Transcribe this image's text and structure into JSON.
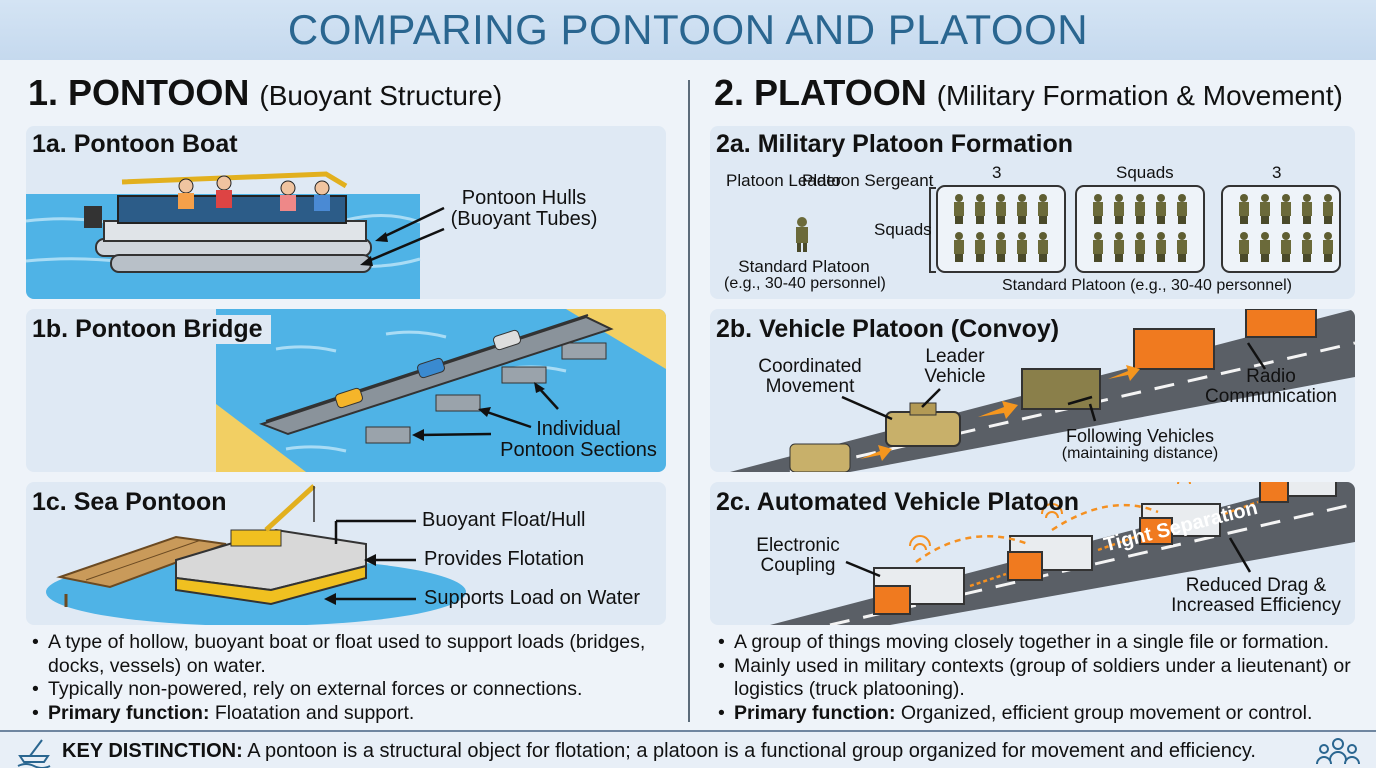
{
  "title": "COMPARING PONTOON AND PLATOON",
  "left": {
    "heading": "1. PONTOON",
    "subheading": "(Buoyant Structure)",
    "boat": {
      "title": "1a. Pontoon Boat",
      "label1": "Pontoon Hulls",
      "label2": "(Buoyant Tubes)"
    },
    "bridge": {
      "title": "1b. Pontoon Bridge",
      "label1": "Individual",
      "label2": "Pontoon Sections"
    },
    "sea": {
      "title": "1c. Sea Pontoon",
      "label1": "Buoyant Float/Hull",
      "label2": "Provides Flotation",
      "label3": "Supports Load on Water"
    },
    "bullets": {
      "b1": "A type of hollow, buoyant boat or float used to support loads (bridges, docks, vessels) on water.",
      "b2": "Typically non-powered, rely on external forces or connections.",
      "b3_bold": "Primary function:",
      "b3": " Floatation and support."
    }
  },
  "right": {
    "heading": "2. PLATOON",
    "subheading": "(Military Formation & Movement)",
    "formation": {
      "title": "2a. Military Platoon Formation",
      "leader": "Platoon Leader",
      "sergeant": "Platoon Sergeant",
      "std1": "Standard Platoon",
      "std2": "(e.g., 30-40 personnel)",
      "squads_side": "Squads",
      "group1": "3",
      "group2": "Squads",
      "group3": "3",
      "caption": "Standard Platoon (e.g., 30-40 personnel)"
    },
    "vehicle": {
      "title": "2b. Vehicle Platoon (Convoy)",
      "coord1": "Coordinated",
      "coord2": "Movement",
      "leader1": "Leader",
      "leader2": "Vehicle",
      "radio1": "Radio",
      "radio2": "Communication",
      "follow1": "Following Vehicles",
      "follow2": "(maintaining distance)"
    },
    "auto": {
      "title": "2c. Automated Vehicle Platoon",
      "elec1": "Electronic",
      "elec2": "Coupling",
      "tight": "Tight Separation",
      "drag1": "Reduced Drag &",
      "drag2": "Increased Efficiency"
    },
    "bullets": {
      "b1": "A group of things moving closely together in a single file or formation.",
      "b2": "Mainly used in military contexts (group of soldiers under a lieutenant) or logistics (truck platooning).",
      "b3_bold": "Primary function:",
      "b3": " Organized, efficient group movement or control."
    }
  },
  "key": {
    "bold": "KEY DISTINCTION:",
    "text": " A pontoon is a structural object for flotation; a platoon is a functional group organized for movement and efficiency.",
    "icon_left": "boat-crane-icon",
    "icon_right": "group-people-icon"
  },
  "colors": {
    "water": "#4fb3e6",
    "truck": "#f07a1f",
    "title_blue": "#2a6690",
    "panel": "#dfe9f4"
  }
}
